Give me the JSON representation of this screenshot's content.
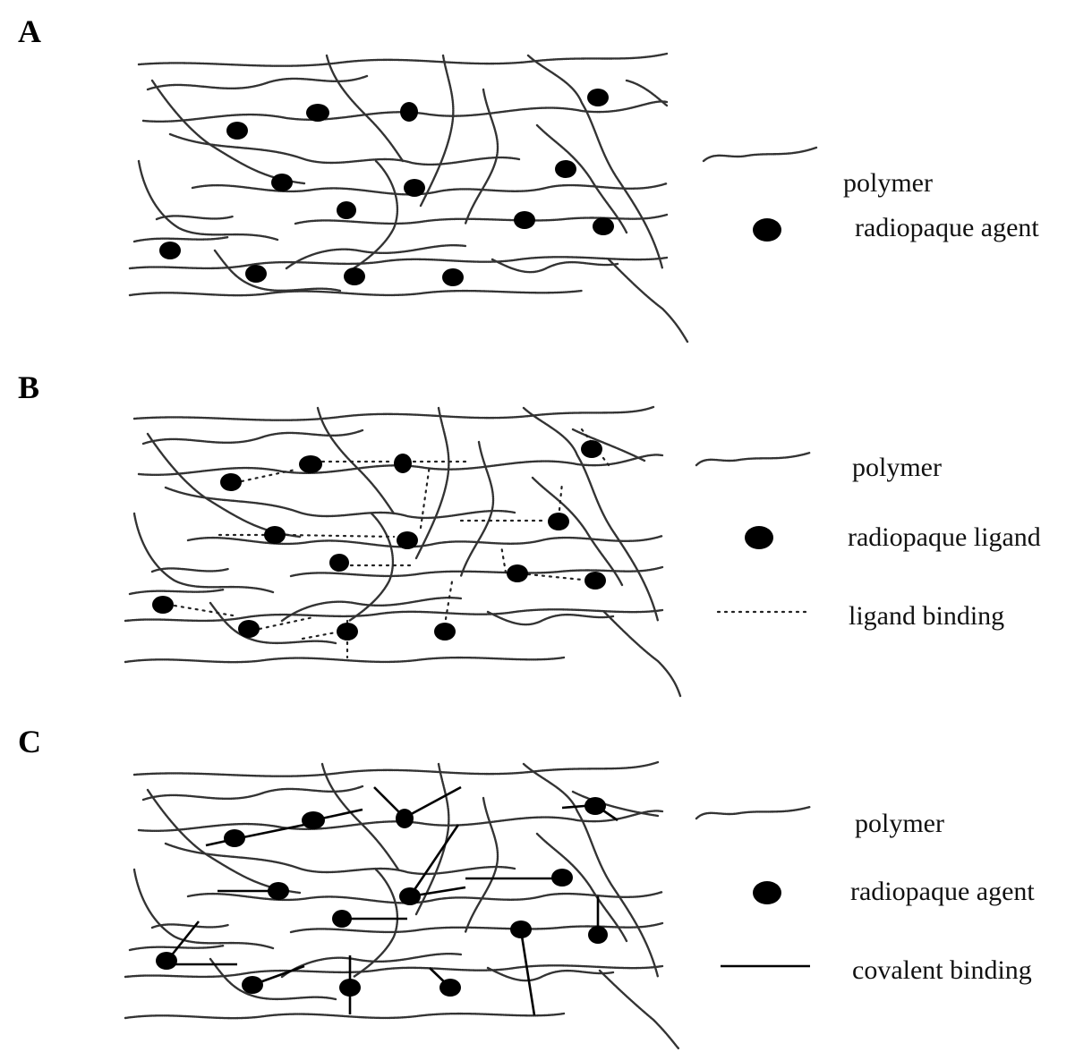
{
  "panels": [
    {
      "letter": "A",
      "legend": [
        {
          "symbol": "polymer-line",
          "label": "polymer"
        },
        {
          "symbol": "black-dot",
          "label": "radiopaque agent"
        }
      ]
    },
    {
      "letter": "B",
      "legend": [
        {
          "symbol": "polymer-line",
          "label": "polymer"
        },
        {
          "symbol": "black-dot",
          "label": "radiopaque ligand"
        },
        {
          "symbol": "dotted-line",
          "label": "ligand binding"
        }
      ]
    },
    {
      "letter": "C",
      "legend": [
        {
          "symbol": "polymer-line",
          "label": "polymer"
        },
        {
          "symbol": "black-dot",
          "label": "radiopaque agent"
        },
        {
          "symbol": "solid-line",
          "label": "covalent binding"
        }
      ]
    }
  ],
  "colors": {
    "ink": "#000000",
    "polymer": "#333333",
    "background": "#ffffff"
  }
}
